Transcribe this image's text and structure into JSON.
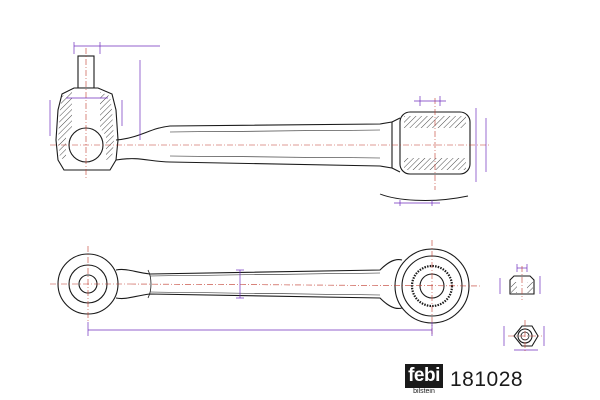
{
  "brand": {
    "logo_text": "febi",
    "logo_subtext": "bilstein"
  },
  "part_number": "181028",
  "colors": {
    "outline": "#1a1a1a",
    "centerline": "#c0392b",
    "dimension": "#6f2dbd",
    "background": "#ffffff"
  }
}
